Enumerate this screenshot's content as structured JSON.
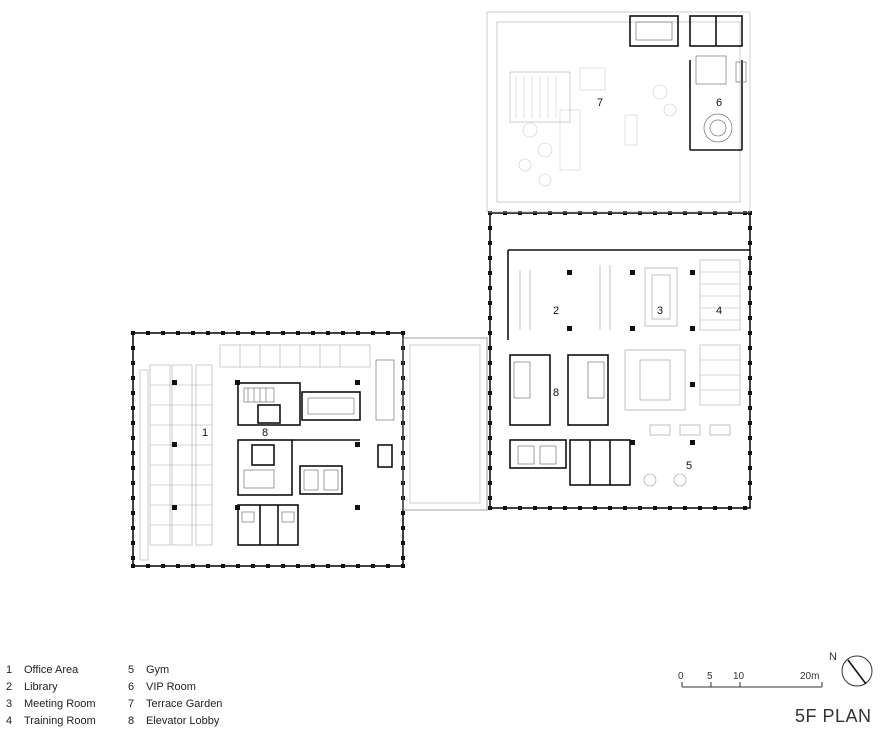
{
  "plan_title": "5F PLAN",
  "north_label": "N",
  "scale": {
    "ticks": [
      "0",
      "5",
      "10",
      "20m"
    ]
  },
  "room_labels": [
    {
      "num": "1"
    },
    {
      "num": "2"
    },
    {
      "num": "3"
    },
    {
      "num": "4"
    },
    {
      "num": "5"
    },
    {
      "num": "6"
    },
    {
      "num": "7"
    },
    {
      "num": "8"
    },
    {
      "num": "8"
    }
  ],
  "legend": [
    {
      "num": "1",
      "name": "Office Area"
    },
    {
      "num": "2",
      "name": "Library"
    },
    {
      "num": "3",
      "name": "Meeting Room"
    },
    {
      "num": "4",
      "name": "Training Room"
    },
    {
      "num": "5",
      "name": "Gym"
    },
    {
      "num": "6",
      "name": "VIP Room"
    },
    {
      "num": "7",
      "name": "Terrace Garden"
    },
    {
      "num": "8",
      "name": "Elevator Lobby"
    }
  ]
}
